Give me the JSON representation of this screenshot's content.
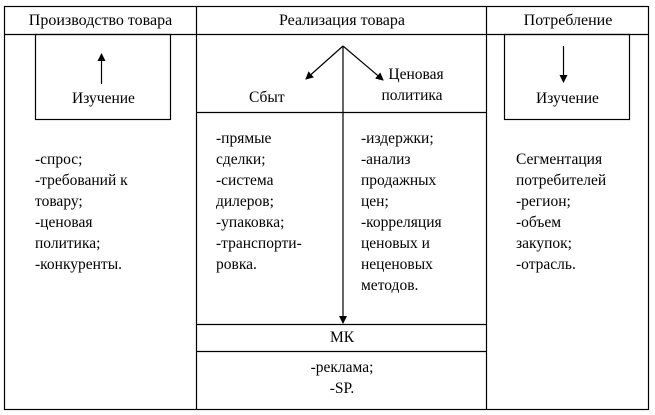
{
  "headers": {
    "production": "Производство товара",
    "realization": "Реализация товара",
    "consumption": "Потребление"
  },
  "production": {
    "box_label": "Изучение",
    "items": [
      "-спрос;",
      "-требований к",
      "товару;",
      "-ценовая",
      "политика;",
      "-конкуренты."
    ]
  },
  "realization": {
    "sales_label": "Сбыт",
    "pricing_label": [
      "Ценовая",
      "политика"
    ],
    "sales_items": [
      "-прямые",
      "сделки;",
      "-система",
      "дилеров;",
      "-упаковка;",
      "-транспорти-",
      "ровка."
    ],
    "pricing_items": [
      "-издержки;",
      "-анализ",
      "продажных",
      "цен;",
      "-корреляция",
      "ценовых и",
      "неценовых",
      "методов."
    ],
    "mk_label": "МК",
    "mk_items": [
      "-реклама;",
      "-SP."
    ]
  },
  "consumption": {
    "box_label": "Изучение",
    "items": [
      "Сегментация",
      "потребителей",
      "-регион;",
      "-объем",
      "закупок;",
      "-отрасль."
    ]
  },
  "colors": {
    "line": "#000000",
    "background": "#ffffff"
  }
}
